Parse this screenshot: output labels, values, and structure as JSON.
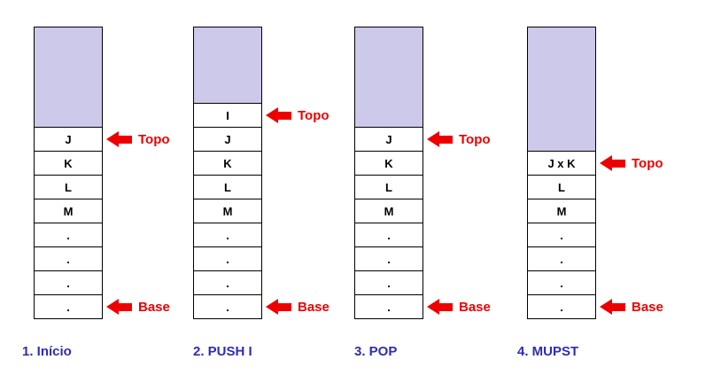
{
  "colors": {
    "fill": "#ccc9ea",
    "arrow": "#ee0000",
    "caption": "#2d2db3"
  },
  "stacks": [
    {
      "caption": "1. Início",
      "cells": [
        "J",
        "K",
        "L",
        "M",
        ".",
        ".",
        ".",
        "."
      ],
      "topo_label": "Topo",
      "base_label": "Base"
    },
    {
      "caption": "2. PUSH I",
      "cells": [
        "I",
        "J",
        "K",
        "L",
        "M",
        ".",
        ".",
        ".",
        "."
      ],
      "topo_label": "Topo",
      "base_label": "Base"
    },
    {
      "caption": "3. POP",
      "cells": [
        "J",
        "K",
        "L",
        "M",
        ".",
        ".",
        ".",
        "."
      ],
      "topo_label": "Topo",
      "base_label": "Base"
    },
    {
      "caption": "4. MUPST",
      "cells": [
        "J x K",
        "L",
        "M",
        ".",
        ".",
        ".",
        "."
      ],
      "topo_label": "Topo",
      "base_label": "Base"
    }
  ]
}
